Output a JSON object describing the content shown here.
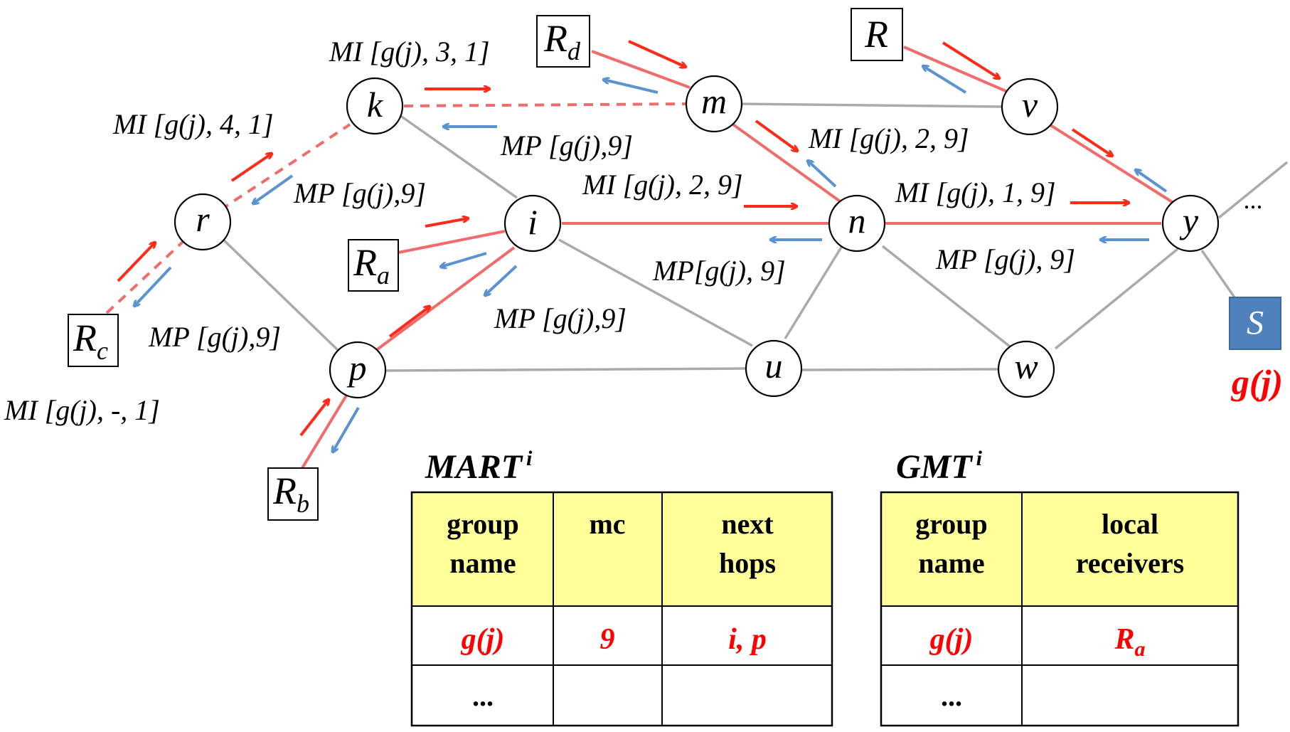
{
  "nodes": [
    {
      "id": "k",
      "label": "k"
    },
    {
      "id": "m",
      "label": "m"
    },
    {
      "id": "v",
      "label": "v"
    },
    {
      "id": "r",
      "label": "r"
    },
    {
      "id": "i",
      "label": "i"
    },
    {
      "id": "n",
      "label": "n"
    },
    {
      "id": "y",
      "label": "y"
    },
    {
      "id": "p",
      "label": "p"
    },
    {
      "id": "u",
      "label": "u"
    },
    {
      "id": "w",
      "label": "w"
    }
  ],
  "receivers": [
    {
      "id": "Rd",
      "main": "R",
      "sub": "d"
    },
    {
      "id": "R",
      "main": "R",
      "sub": ""
    },
    {
      "id": "Ra",
      "main": "R",
      "sub": "a"
    },
    {
      "id": "Rc",
      "main": "R",
      "sub": "c"
    },
    {
      "id": "Rb",
      "main": "R",
      "sub": "b"
    }
  ],
  "source": {
    "label": "S",
    "group": "g(j)",
    "color": "#4f81bd"
  },
  "ellipsis": "...",
  "messages": {
    "mi_k_m": "MI [g(j), 3, 1]",
    "mi_r_k": "MI [g(j), 4, 1]",
    "mp_m_k": "MP [g(j),9]",
    "mi_m_n": "MI [g(j), 2, 9]",
    "mp_k_r": "MP [g(j),9]",
    "mi_i_n": "MI [g(j), 2, 9]",
    "mi_n_y": "MI [g(j), 1, 9]",
    "mp_n_i": "MP[g(j), 9]",
    "mp_y_n": "MP [g(j), 9]",
    "mp_i_p": "MP [g(j),9]",
    "mp_r_rc": "MP [g(j),9]",
    "mi_rc": "MI [g(j), -, 1]"
  },
  "colors": {
    "tree_edge": "#f26b6b",
    "gray_edge": "#aaaaaa",
    "mi_arrow": "#ff2a1a",
    "mp_arrow": "#5b93d1",
    "table_header": "#ffff99",
    "highlight": "#ff0000"
  },
  "mart": {
    "title": "MART",
    "sup": "i",
    "headers": [
      [
        "group",
        "name"
      ],
      [
        "mc"
      ],
      [
        "next",
        "hops"
      ]
    ],
    "row1": [
      "g(j)",
      "9",
      "i, p"
    ],
    "row2": [
      "...",
      "",
      ""
    ]
  },
  "gmt": {
    "title": "GMT",
    "sup": "i",
    "headers": [
      [
        "group",
        "name"
      ],
      [
        "local",
        "receivers"
      ]
    ],
    "row1": [
      "g(j)",
      "R",
      "a"
    ],
    "row2": [
      "...",
      ""
    ]
  }
}
